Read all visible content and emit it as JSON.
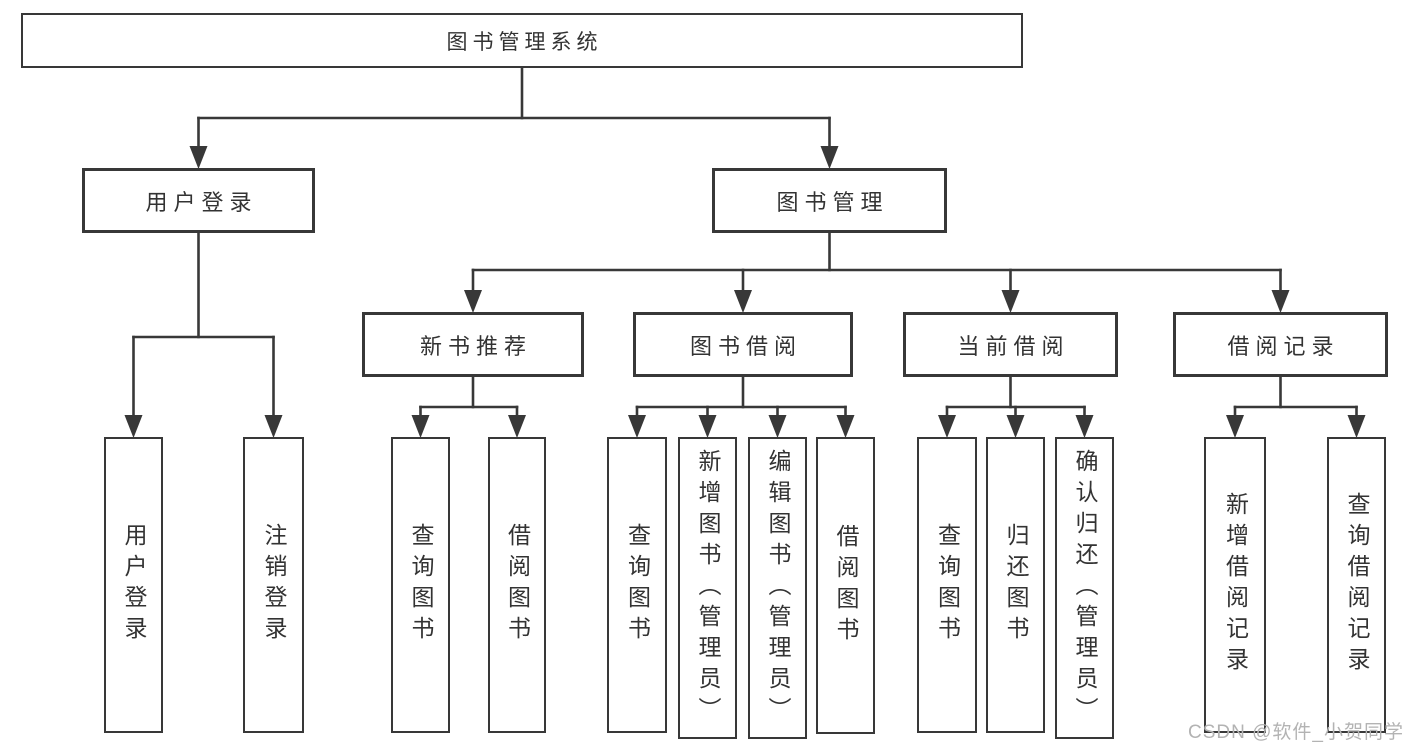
{
  "diagram_title": "图书管理系统",
  "nodes": {
    "root": {
      "label": "图书管理系统"
    },
    "user_login": {
      "label": "用户登录"
    },
    "book_mgmt": {
      "label": "图书管理"
    },
    "new_book_rec": {
      "label": "新书推荐"
    },
    "book_borrow": {
      "label": "图书借阅"
    },
    "current_borrow": {
      "label": "当前借阅"
    },
    "borrow_record": {
      "label": "借阅记录"
    },
    "leaf_user_login": {
      "label": "用户登录"
    },
    "leaf_logout": {
      "label": "注销登录"
    },
    "leaf_query_book_1": {
      "label": "查询图书"
    },
    "leaf_borrow_book_1": {
      "label": "借阅图书"
    },
    "leaf_query_book_2": {
      "label": "查询图书"
    },
    "leaf_add_book": {
      "label": "新增图书（管理员）"
    },
    "leaf_edit_book": {
      "label": "编辑图书（管理员）"
    },
    "leaf_borrow_book_2": {
      "label": "借阅图书"
    },
    "leaf_query_book_3": {
      "label": "查询图书"
    },
    "leaf_return_book": {
      "label": "归还图书"
    },
    "leaf_confirm_return": {
      "label": "确认归还（管理员）"
    },
    "leaf_add_record": {
      "label": "新增借阅记录"
    },
    "leaf_query_record": {
      "label": "查询借阅记录"
    }
  },
  "hierarchy": {
    "图书管理系统": [
      "用户登录",
      "图书管理"
    ],
    "用户登录": [
      "用户登录",
      "注销登录"
    ],
    "图书管理": [
      "新书推荐",
      "图书借阅",
      "当前借阅",
      "借阅记录"
    ],
    "新书推荐": [
      "查询图书",
      "借阅图书"
    ],
    "图书借阅": [
      "查询图书",
      "新增图书（管理员）",
      "编辑图书（管理员）",
      "借阅图书"
    ],
    "当前借阅": [
      "查询图书",
      "归还图书",
      "确认归还（管理员）"
    ],
    "借阅记录": [
      "新增借阅记录",
      "查询借阅记录"
    ]
  },
  "watermark": "CSDN @软件_小贺同学",
  "colors": {
    "line": "#383838",
    "text": "#333333",
    "background": "#ffffff",
    "watermark": "#b3b3b3"
  }
}
